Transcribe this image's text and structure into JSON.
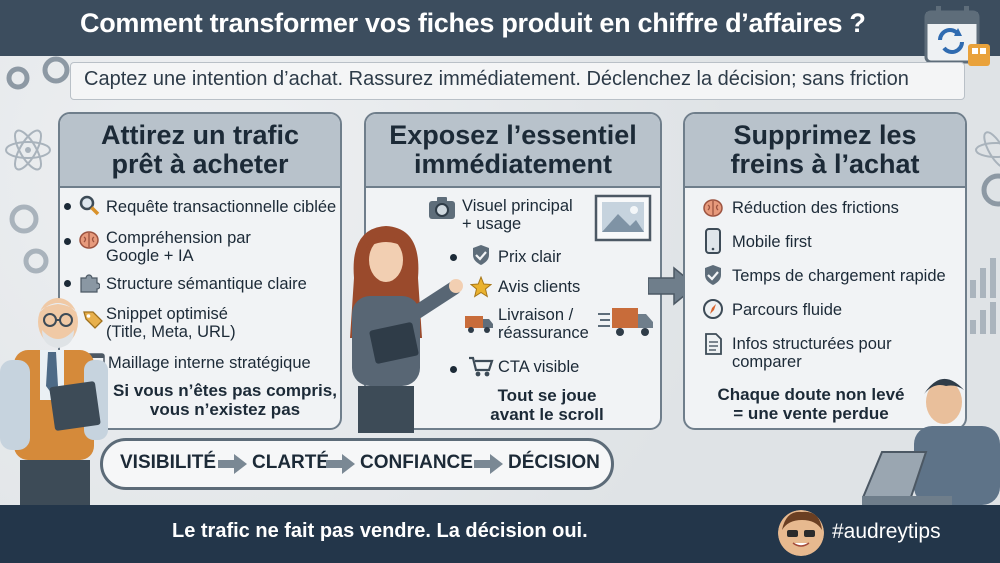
{
  "header": {
    "title": "Comment transformer vos fiches produit en chiffre d’affaires ?",
    "subtitle": "Captez une intention d’achat. Rassurez immédiatement. Déclenchez la décision; sans friction"
  },
  "panels": [
    {
      "title": "Attirez un trafic\nprêt à acheter",
      "items": [
        {
          "text": "Requête transactionnelle ciblée",
          "icon": "magnifier-icon"
        },
        {
          "text": "Compréhension par\nGoogle + IA",
          "icon": "brain-icon"
        },
        {
          "text": "Structure sémantique claire",
          "icon": "puzzle-icon"
        },
        {
          "text": "Snippet optimisé\n(Title, Meta, URL)",
          "icon": "tag-icon"
        },
        {
          "text": "Maillage interne stratégique",
          "icon": "calendar-icon"
        }
      ],
      "note": "Si vous n’êtes pas compris,\nvous n’existez pas"
    },
    {
      "title": "Exposez l’essentiel\nimmédiatement",
      "items": [
        {
          "text": "Visuel principal\n+ usage",
          "icon": "camera-icon"
        },
        {
          "text": "Prix clair",
          "icon": "shield-check-icon"
        },
        {
          "text": "Avis clients",
          "icon": "star-icon"
        },
        {
          "text": "Livraison /\nréassurance",
          "icon": "truck-icon"
        },
        {
          "text": "CTA visible",
          "icon": "cart-icon"
        }
      ],
      "note": "Tout se joue\navant le scroll"
    },
    {
      "title": "Supprimez les\nfreins à l’achat",
      "items": [
        {
          "text": "Réduction des frictions",
          "icon": "brain-icon"
        },
        {
          "text": "Mobile first",
          "icon": "smartphone-icon"
        },
        {
          "text": "Temps de chargement rapide",
          "icon": "shield-check-icon"
        },
        {
          "text": "Parcours fluide",
          "icon": "compass-icon"
        },
        {
          "text": "Infos structurées pour\ncomparer",
          "icon": "document-icon"
        }
      ],
      "note": "Chaque doute non levé\n= une vente perdue"
    }
  ],
  "flow": [
    "VISIBILITÉ",
    "CLARTÉ",
    "CONFIANCE",
    "DÉCISION"
  ],
  "footer": {
    "tagline": "Le trafic ne fait pas vendre. La décision oui.",
    "hashtag": "#audreytips"
  },
  "colors": {
    "title_bar": "#3c4d5e",
    "footer_bar": "#23364a",
    "panel_head": "#b8c2cb",
    "accent_orange": "#e2a32b",
    "accent_blue": "#4d6a86"
  }
}
